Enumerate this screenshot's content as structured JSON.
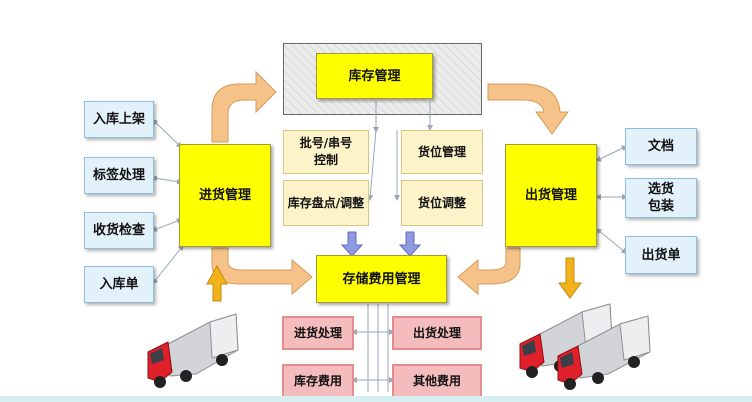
{
  "colors": {
    "main_box": "#ffff00",
    "side_box": "#e3f1fb",
    "sub_box": "#fdf3c9",
    "fee_box": "#f4bcbc",
    "flow_arrow": "#f5c28a",
    "down_arrow": "#8f9ae0",
    "up_arrow": "#f2b21b",
    "truck_cab": "#e0202a",
    "truck_trailer": "#d2d4d8"
  },
  "boxes": {
    "inventory_mgmt": "库存管理",
    "inbound_mgmt": "进货管理",
    "outbound_mgmt": "出货管理",
    "storage_fee_mgmt": "存储费用管理",
    "batch_serial": "批号/串号\n控制",
    "stock_count": "库存盘点/调整",
    "location_mgmt": "货位管理",
    "location_adjust": "货位调整"
  },
  "inbound_steps": [
    "入库上架",
    "标签处理",
    "收货检查",
    "入库单"
  ],
  "outbound_steps": [
    "文档",
    "选货\n包装",
    "出货单"
  ],
  "fee_items": [
    "进货处理",
    "出货处理",
    "库存费用",
    "其他费用"
  ],
  "icons": {
    "flow_arrows": "curved-flow-arrow-icon",
    "down_arrows": "down-arrow-icon",
    "up_arrow": "up-arrow-icon",
    "trucks": "truck-icon"
  }
}
